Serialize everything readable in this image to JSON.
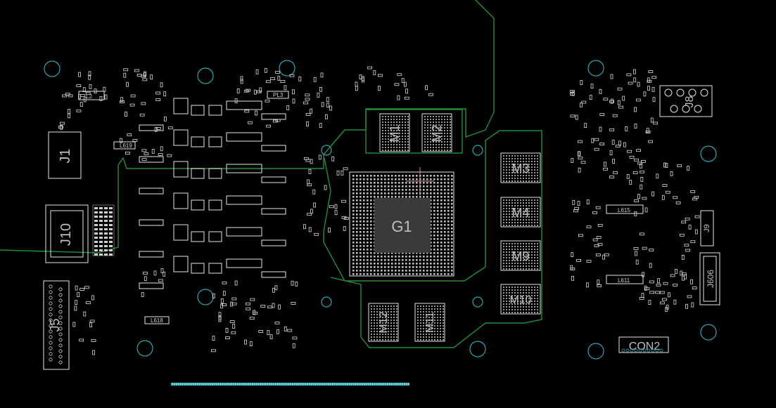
{
  "board": {
    "labels": {
      "g1": "G1",
      "m1": "M1",
      "m2": "M2",
      "m3": "M3",
      "m4": "M4",
      "m9": "M9",
      "m10": "M10",
      "m11": "M11",
      "m12": "M12",
      "j1": "J1",
      "j10": "J10",
      "j5": "J5",
      "j606": "J606",
      "j9": "J9",
      "j8": "J8",
      "con2": "CON2",
      "l615": "L615",
      "l611": "L611",
      "l619": "L619",
      "l618": "L618",
      "l2": "L2",
      "pl3": "PL3"
    },
    "colors": {
      "background": "#000000",
      "silkscreen": "#e6e6e6",
      "trace": "#1f8f3a",
      "mounting_hole": "#2aa7b0",
      "marker": "#d98c8c"
    }
  }
}
